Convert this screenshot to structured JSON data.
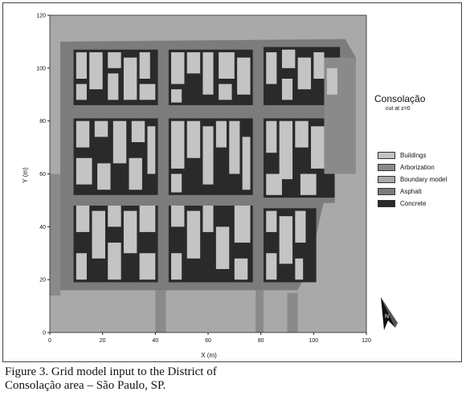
{
  "diagram": {
    "title": "Consolação",
    "subtitle": "cut at  z=0",
    "xlabel": "X (m)",
    "ylabel": "Y (m)",
    "x_ticks": [
      0,
      20,
      40,
      60,
      80,
      100,
      120
    ],
    "y_ticks": [
      0,
      20,
      40,
      60,
      80,
      100,
      120
    ],
    "xlim": [
      0,
      120
    ],
    "ylim": [
      0,
      120
    ]
  },
  "legend": [
    {
      "label": "Buildings",
      "color": "#c4c4c4"
    },
    {
      "label": "Arborization",
      "color": "#8a8a8a"
    },
    {
      "label": "Boundary model",
      "color": "#a9a9a9"
    },
    {
      "label": "Asphalt",
      "color": "#7c7c7c"
    },
    {
      "label": "Concrete",
      "color": "#2a2a2a"
    }
  ],
  "north_label": "N",
  "caption": "Figure 3. Grid model input to the District of Consolação area – São Paulo, SP."
}
